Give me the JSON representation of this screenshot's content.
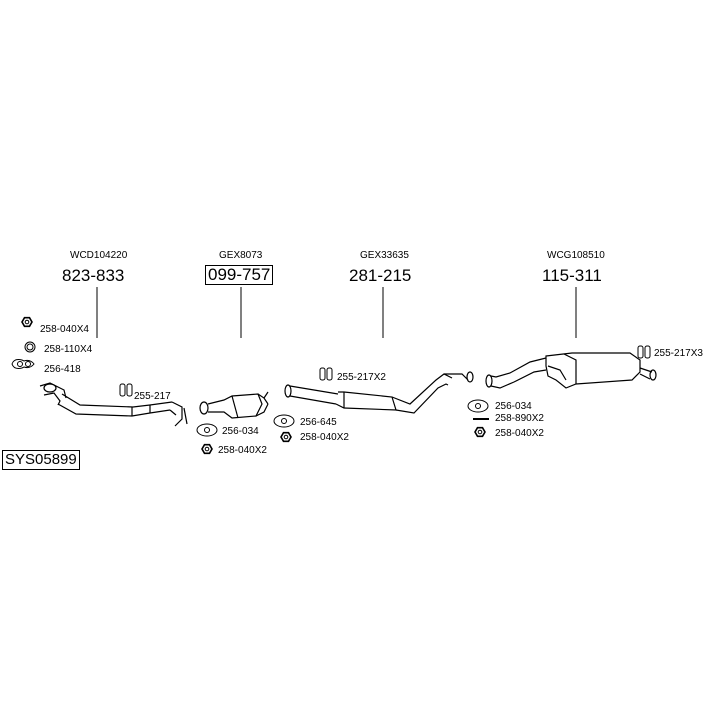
{
  "system_id": "SYS05899",
  "main_parts": [
    {
      "code": "WCD104220",
      "number": "823-833"
    },
    {
      "code": "GEX8073",
      "number": "099-757"
    },
    {
      "code": "GEX33635",
      "number": "281-215"
    },
    {
      "code": "WCG108510",
      "number": "115-311"
    }
  ],
  "fittings": {
    "f1": "258-040X4",
    "f2": "258-110X4",
    "f3": "256-418",
    "f4": "255-217",
    "f5": "256-034",
    "f6": "258-040X2",
    "f7": "255-217X2",
    "f8": "256-645",
    "f9": "258-040X2",
    "f10": "256-034",
    "f11": "258-890X2",
    "f12": "258-040X2",
    "f13": "255-217X3"
  }
}
